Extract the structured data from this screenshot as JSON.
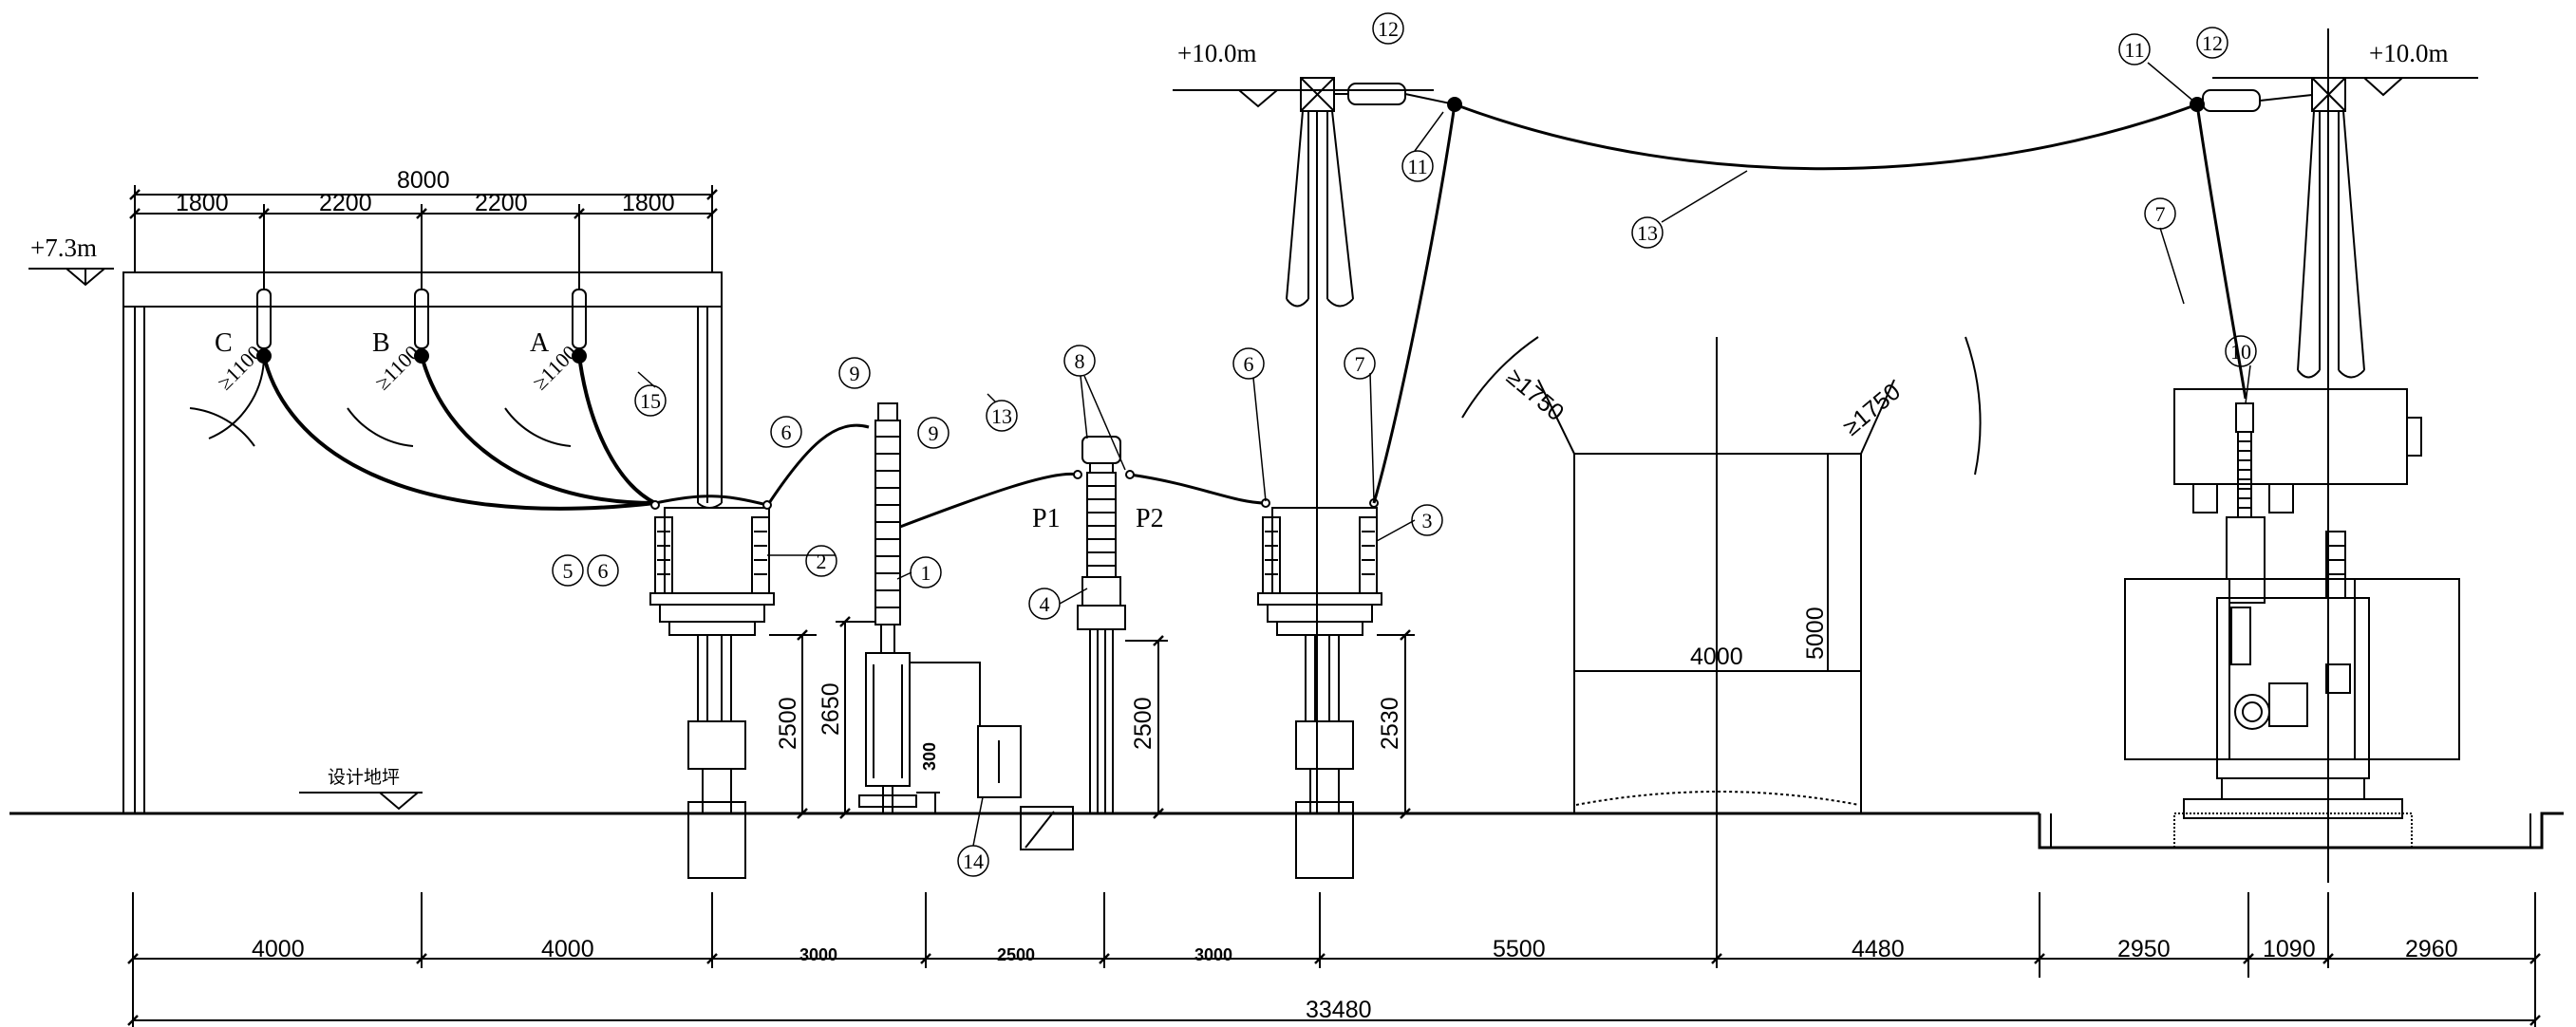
{
  "elevations": {
    "left_bay_top": "+7.3m",
    "left_tower_top": "+10.0m",
    "right_tower_top": "+10.0m",
    "ground_label": "设计地坪"
  },
  "phases": [
    "C",
    "B",
    "A"
  ],
  "clearances": {
    "phase_c": "≥1100",
    "phase_b": "≥1100",
    "phase_a": "≥1100",
    "passage_left": "≥1750",
    "passage_right": "≥1750"
  },
  "top_dims": {
    "total": "8000",
    "segments": [
      "1800",
      "2200",
      "2200",
      "1800"
    ]
  },
  "vertical_dims": {
    "switch_left": "2500",
    "arrester": "2650",
    "arrester_base": "300",
    "ct": "2500",
    "switch_right": "2530",
    "passage_height": "5000"
  },
  "passage_width": "4000",
  "bottom_dims": {
    "segments": [
      "4000",
      "4000",
      "3000",
      "2500",
      "3000",
      "5500",
      "4480",
      "2950",
      "1090",
      "2960"
    ],
    "total": "33480"
  },
  "points": {
    "p1": "P1",
    "p2": "P2"
  },
  "callouts": [
    "1",
    "2",
    "3",
    "4",
    "5",
    "6",
    "6",
    "6",
    "7",
    "7",
    "8",
    "9",
    "9",
    "10",
    "11",
    "11",
    "12",
    "12",
    "13",
    "13",
    "14",
    "15"
  ]
}
